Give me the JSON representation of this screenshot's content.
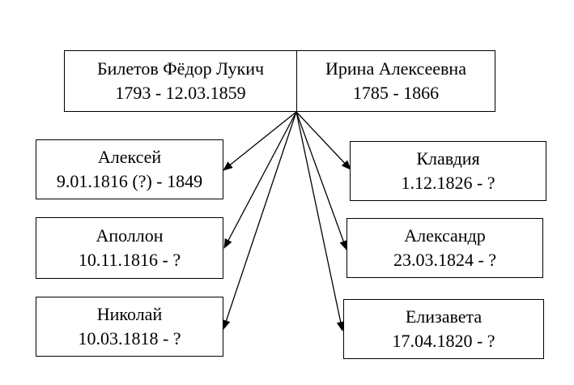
{
  "parents": {
    "father": {
      "name": "Билетов Фёдор Лукич",
      "dates": "1793 - 12.03.1859"
    },
    "mother": {
      "name": "Ирина Алексеевна",
      "dates": "1785 - 1866"
    }
  },
  "children": {
    "aleksei": {
      "name": "Алексей",
      "dates": "9.01.1816 (?) - 1849"
    },
    "apollon": {
      "name": "Аполлон",
      "dates": "10.11.1816 - ?"
    },
    "nikolai": {
      "name": "Николай",
      "dates": "10.03.1818 - ?"
    },
    "klavdia": {
      "name": "Клавдия",
      "dates": "1.12.1826 - ?"
    },
    "aleksandr": {
      "name": "Александр",
      "dates": "23.03.1824 - ?"
    },
    "elizaveta": {
      "name": "Елизавета",
      "dates": "17.04.1820 - ?"
    }
  },
  "colors": {
    "line": "#000000",
    "background": "#ffffff"
  }
}
